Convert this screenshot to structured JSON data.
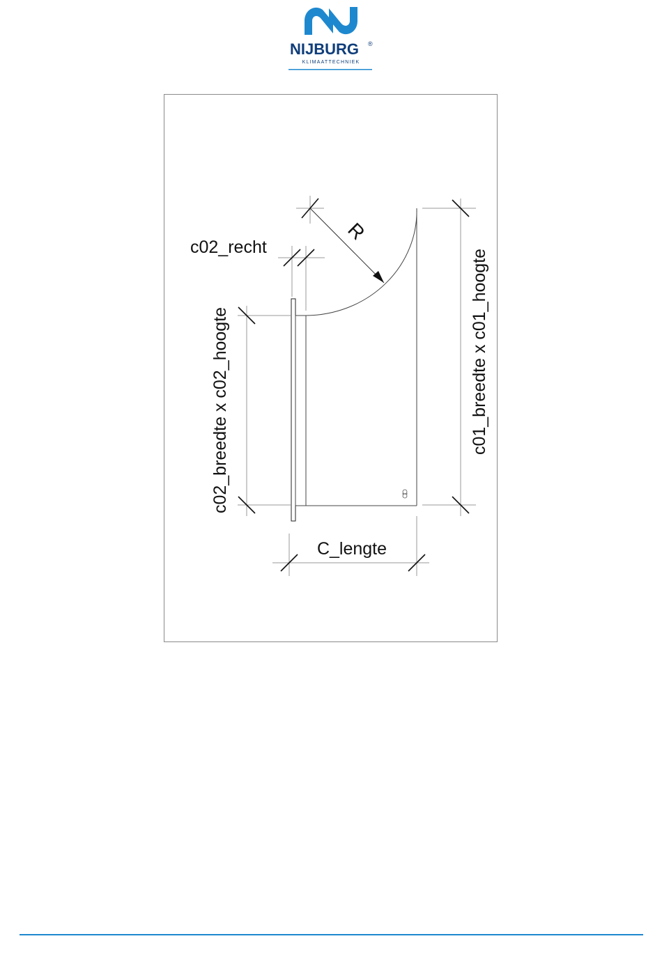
{
  "header": {
    "logo": {
      "brand": "NIJBURG",
      "registered": "®",
      "tagline": "KLIMAATTECHNIEK",
      "brand_color": "#1e88cf",
      "brand_text_color": "#0f3d7a"
    }
  },
  "drawing": {
    "labels": {
      "radius": "R",
      "straight_length": "c02_recht",
      "outlet_size": "c02_breedte x c02_hoogte",
      "inlet_size": "c01_breedte x c01_hoogte",
      "length": "C_lengte"
    },
    "connector_icon": "connector-symbol-icon"
  },
  "footer": {
    "rule_color": "#1e88cf"
  }
}
